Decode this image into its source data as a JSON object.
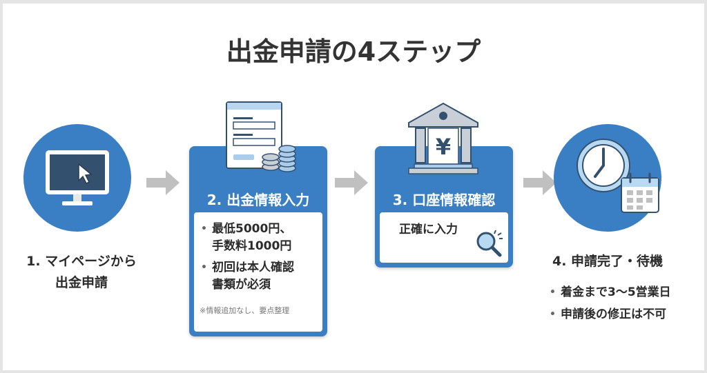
{
  "title": "出金申請の4ステップ",
  "steps": [
    {
      "label_line1": "1. マイページから",
      "label_line2": "出金申請",
      "icon": "computer-cursor-icon"
    },
    {
      "title": "2. 出金情報入力",
      "bullets": [
        [
          "最低5000円、",
          "手数料1000円"
        ],
        [
          "初回は本人確認",
          "書類が必須"
        ]
      ],
      "note": "※情報追加なし、要点整理",
      "icon": "form-coins-icon"
    },
    {
      "title": "3. 口座情報確認",
      "body": "正確に入力",
      "icon": "bank-yen-icon",
      "body_icon": "magnifier-icon",
      "yen": "¥"
    },
    {
      "label": "4. 申請完了・待機",
      "bullets": [
        "着金まで3〜5営業日",
        "申請後の修正は不可"
      ],
      "icon": "clock-calendar-icon"
    }
  ],
  "colors": {
    "accent": "#3a7fc4",
    "arrow": "#bdbdbd",
    "text": "#2b2b2b"
  }
}
